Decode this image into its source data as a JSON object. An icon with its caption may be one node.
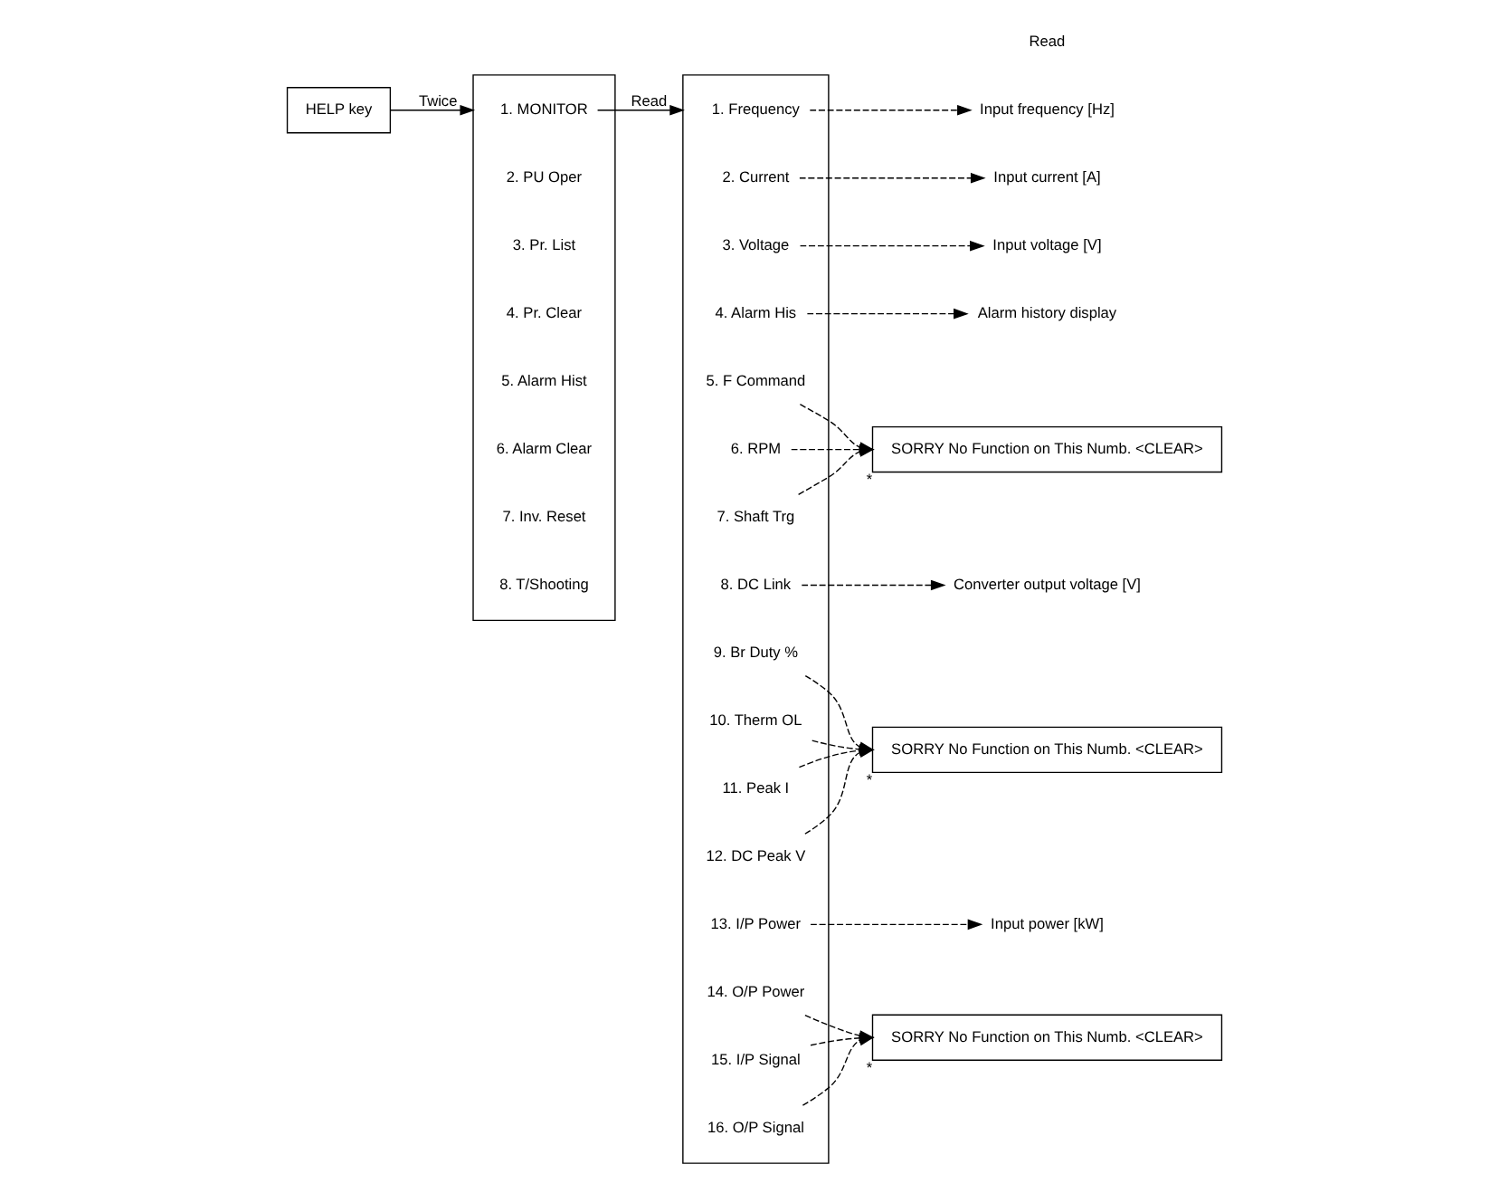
{
  "diagram": {
    "nodes": [
      {
        "text": [
          "HELP key"
        ]
      },
      {
        "text": [],
        "shape": "box"
      },
      {
        "text": [
          "1. MONITOR"
        ],
        "in": 1
      },
      {
        "text": [
          "2. PU Oper"
        ],
        "in": 1
      },
      {
        "text": [
          "3. Pr. List"
        ],
        "in": 1
      },
      {
        "text": [
          "4. Pr. Clear"
        ],
        "in": 1
      },
      {
        "text": [
          "5. Alarm Hist"
        ],
        "in": 1
      },
      {
        "text": [
          "6. Alarm Clear"
        ],
        "in": 1
      },
      {
        "text": [
          "7. Inv. Reset"
        ],
        "in": 1
      },
      {
        "text": [
          "8. T/Shooting"
        ],
        "in": 1
      },
      {
        "text": [],
        "shape": "box"
      },
      {
        "text": [
          "1. Frequency"
        ],
        "in": 10
      },
      {
        "text": [
          "2. Current"
        ],
        "in": 10
      },
      {
        "text": [
          "3. Voltage"
        ],
        "in": 10
      },
      {
        "text": [
          "4. Alarm His"
        ],
        "in": 10
      },
      {
        "text": [
          "5. F Command"
        ],
        "in": 10
      },
      {
        "text": [
          "6. RPM"
        ],
        "in": 10
      },
      {
        "text": [
          "7. Shaft Trg"
        ],
        "in": 10
      },
      {
        "text": [
          "8. DC Link"
        ],
        "in": 10
      },
      {
        "text": [
          "9. Br Duty %"
        ],
        "in": 10
      },
      {
        "text": [
          "10. Therm OL"
        ],
        "in": 10
      },
      {
        "text": [
          "11. Peak I"
        ],
        "in": 10
      },
      {
        "text": [
          "12. DC Peak V"
        ],
        "in": 10
      },
      {
        "text": [
          "13. I/P Power"
        ],
        "in": 10
      },
      {
        "text": [
          "14. O/P Power"
        ],
        "in": 10
      },
      {
        "text": [
          "15. I/P Signal"
        ],
        "in": 10
      },
      {
        "text": [
          "16. O/P Signal"
        ],
        "in": 10
      },
      {
        "text": [
          "Input frequency [Hz]"
        ]
      },
      {
        "text": [
          "Input current [A]"
        ]
      },
      {
        "text": [
          "Input voltage [V]"
        ]
      },
      {
        "text": [
          "Alarm history display"
        ]
      },
      {
        "text": [
          "SORRY No Function on This Numb. <CLEAR>"
        ],
        "beside": [
          "*"
        ]
      },
      {
        "text": [
          "Converter output voltage [V]"
        ]
      },
      {
        "text": [
          "SORRY No Function on This Numb. <CLEAR>"
        ],
        "beside": [
          "*"
        ]
      },
      {
        "text": [
          "Input power [kW]"
        ]
      },
      {
        "text": [
          "SORRY No Function on This Numb. <CLEAR>"
        ],
        "beside": [
          "*"
        ]
      }
    ],
    "edges": [
      {
        "from": 0,
        "to": 1,
        "arrow": "to",
        "label": "Twice"
      },
      {
        "from": 2,
        "to": 10,
        "arrow": "to",
        "label": "Read"
      },
      {
        "from": 11,
        "to": 27,
        "arrow": "to",
        "style": "dashed"
      },
      {
        "from": 12,
        "to": 28,
        "arrow": "to",
        "style": "dashed"
      },
      {
        "from": 13,
        "to": 29,
        "arrow": "to",
        "style": "dashed"
      },
      {
        "from": 14,
        "to": 30,
        "arrow": "to",
        "style": "dashed"
      },
      {
        "from": 15,
        "to": 31,
        "arrow": "to",
        "style": "dashed"
      },
      {
        "from": 16,
        "to": 31,
        "arrow": "to",
        "style": "dashed"
      },
      {
        "from": 17,
        "to": 31,
        "arrow": "to",
        "style": "dashed"
      },
      {
        "from": 18,
        "to": 32,
        "arrow": "to",
        "style": "dashed"
      },
      {
        "from": 19,
        "to": 33,
        "arrow": "to",
        "style": "dashed"
      },
      {
        "from": 20,
        "to": 33,
        "arrow": "to",
        "style": "dashed"
      },
      {
        "from": 21,
        "to": 33,
        "arrow": "to",
        "style": "dashed"
      },
      {
        "from": 22,
        "to": 33,
        "arrow": "to",
        "style": "dashed"
      },
      {
        "from": 23,
        "to": 34,
        "arrow": "to",
        "style": "dashed"
      },
      {
        "from": 24,
        "to": 35,
        "arrow": "to",
        "style": "dashed"
      },
      {
        "from": 25,
        "to": 35,
        "arrow": "to",
        "style": "dashed"
      },
      {
        "from": 26,
        "to": 35,
        "arrow": "to",
        "style": "dashed"
      }
    ],
    "labels": [
      "Read"
    ]
  }
}
